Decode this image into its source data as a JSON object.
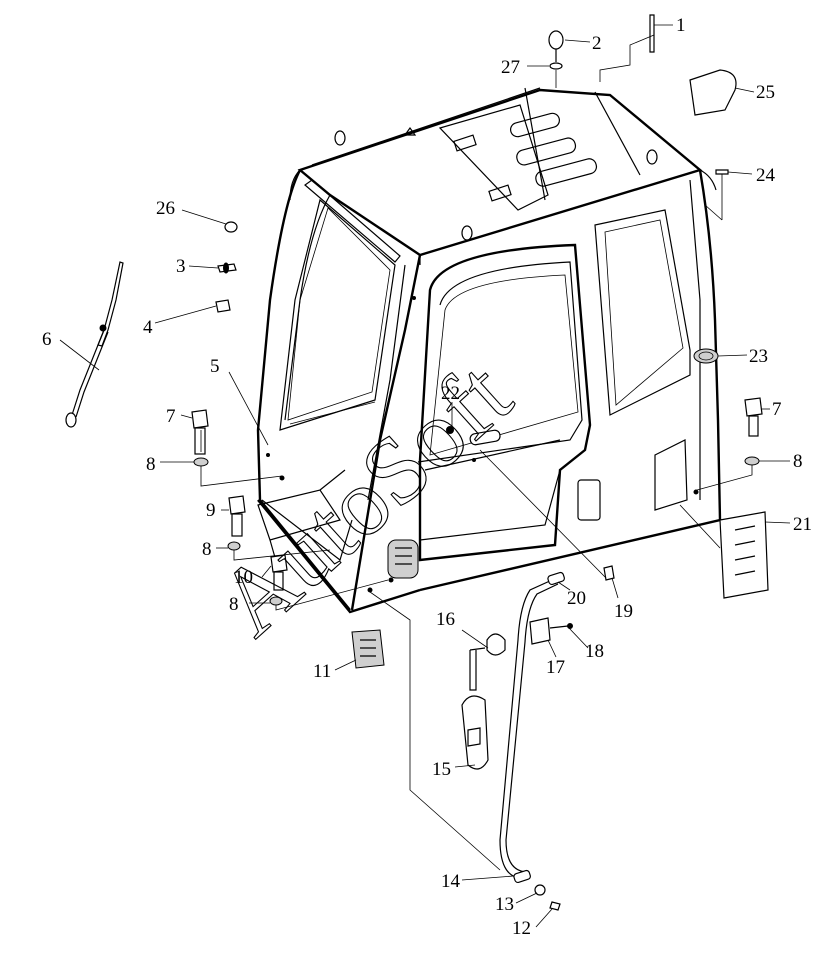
{
  "diagram": {
    "watermark": "AutoSoft",
    "callouts": [
      {
        "id": "1",
        "label": "1"
      },
      {
        "id": "2",
        "label": "2"
      },
      {
        "id": "3",
        "label": "3"
      },
      {
        "id": "4",
        "label": "4"
      },
      {
        "id": "5",
        "label": "5"
      },
      {
        "id": "6",
        "label": "6"
      },
      {
        "id": "7a",
        "label": "7"
      },
      {
        "id": "7b",
        "label": "7"
      },
      {
        "id": "8a",
        "label": "8"
      },
      {
        "id": "8b",
        "label": "8"
      },
      {
        "id": "8c",
        "label": "8"
      },
      {
        "id": "8d",
        "label": "8"
      },
      {
        "id": "9",
        "label": "9"
      },
      {
        "id": "10",
        "label": "10"
      },
      {
        "id": "11",
        "label": "11"
      },
      {
        "id": "12",
        "label": "12"
      },
      {
        "id": "13",
        "label": "13"
      },
      {
        "id": "14",
        "label": "14"
      },
      {
        "id": "15",
        "label": "15"
      },
      {
        "id": "16",
        "label": "16"
      },
      {
        "id": "17",
        "label": "17"
      },
      {
        "id": "18",
        "label": "18"
      },
      {
        "id": "19",
        "label": "19"
      },
      {
        "id": "20",
        "label": "20"
      },
      {
        "id": "21",
        "label": "21"
      },
      {
        "id": "22",
        "label": "22"
      },
      {
        "id": "23",
        "label": "23"
      },
      {
        "id": "24",
        "label": "24"
      },
      {
        "id": "25",
        "label": "25"
      },
      {
        "id": "26",
        "label": "26"
      },
      {
        "id": "27",
        "label": "27"
      }
    ]
  }
}
